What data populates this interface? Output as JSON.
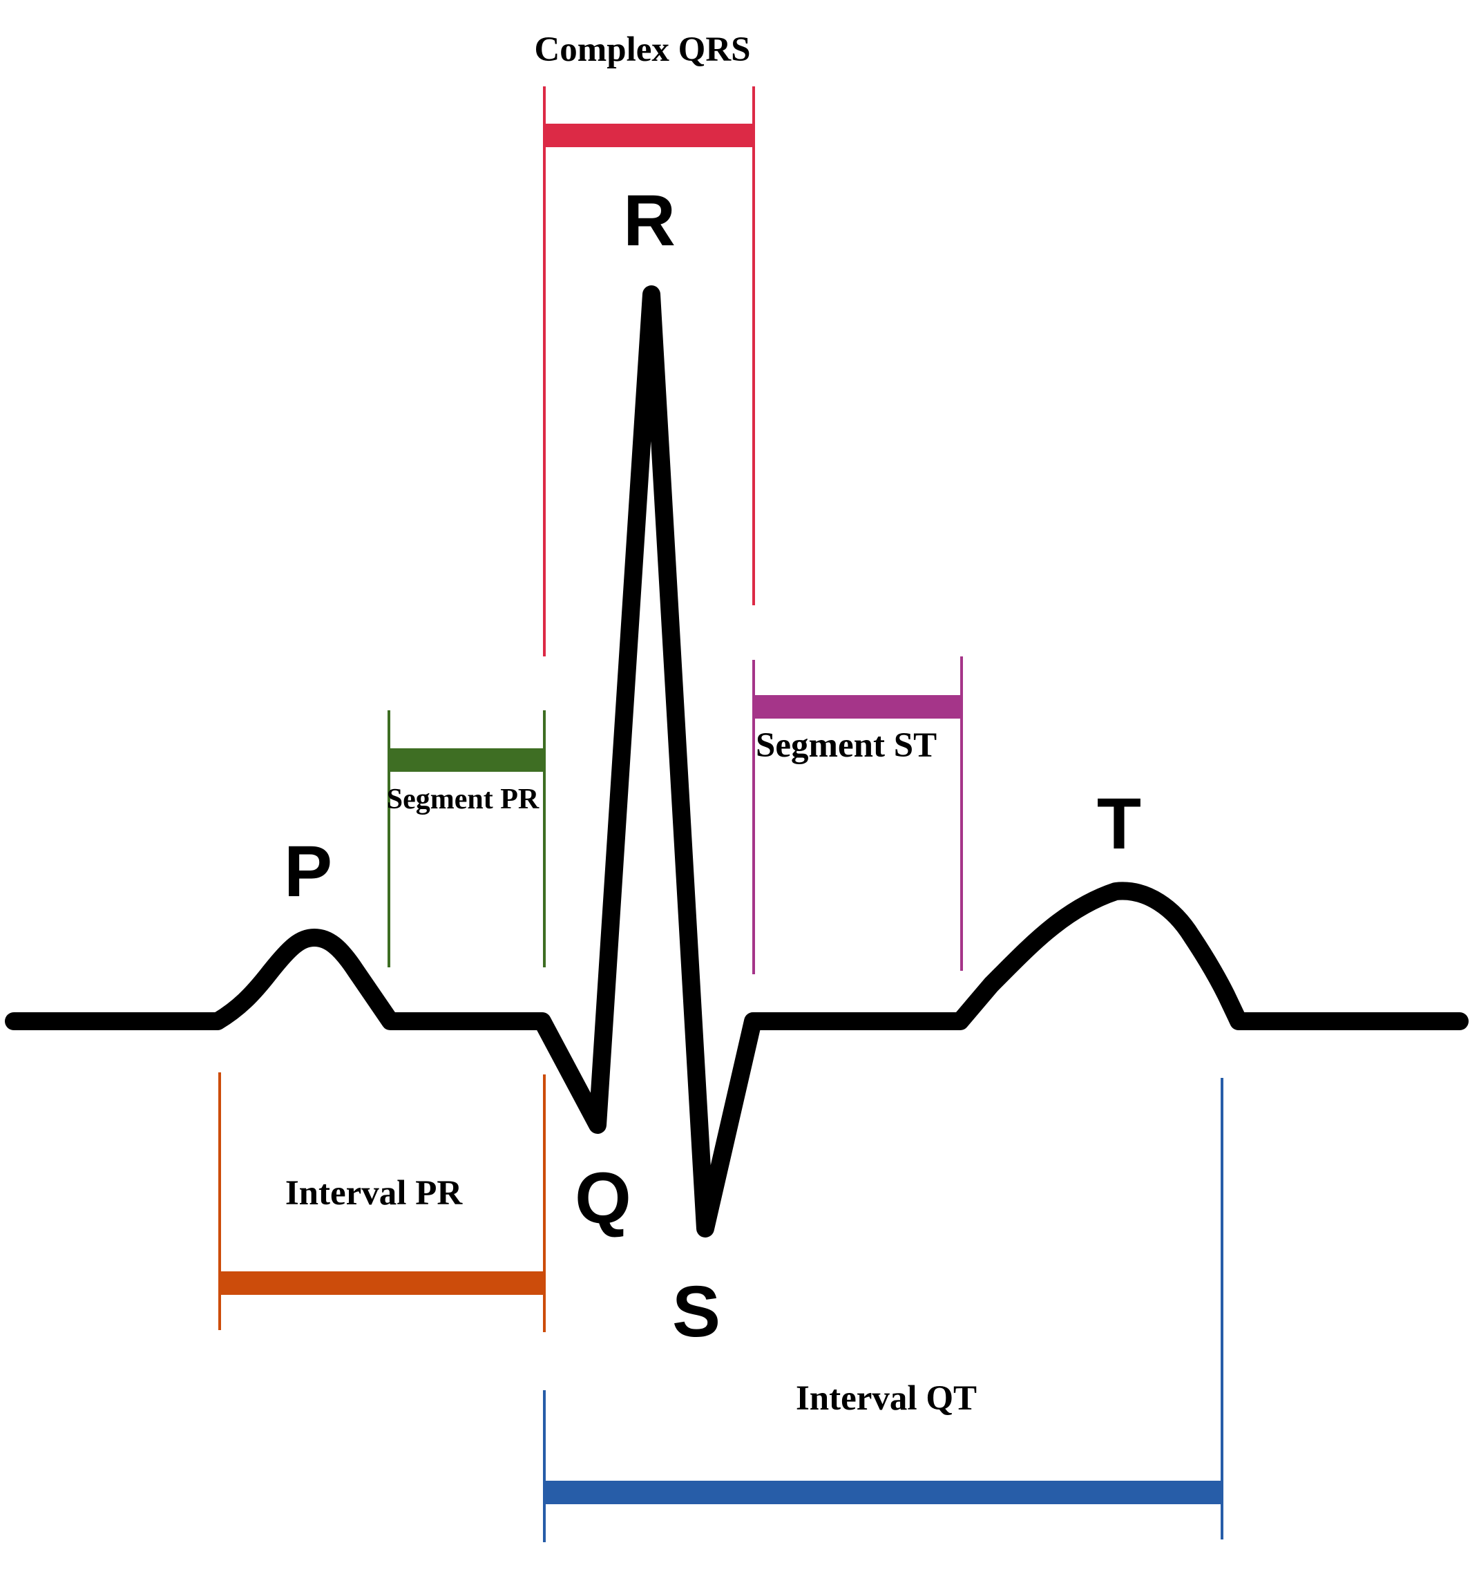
{
  "waves": {
    "p": "P",
    "q": "Q",
    "r": "R",
    "s": "S",
    "t": "T"
  },
  "brackets": {
    "complex_qrs": {
      "label": "Complex QRS",
      "color": "#dc2a46"
    },
    "segment_pr": {
      "label": "Segment PR",
      "color": "#3e6e23"
    },
    "segment_st": {
      "label": "Segment ST",
      "color": "#a53589"
    },
    "interval_pr": {
      "label": "Interval PR",
      "color": "#cc4c0b"
    },
    "interval_qt": {
      "label": "Interval QT",
      "color": "#275da8"
    }
  },
  "trace_color": "#000000"
}
